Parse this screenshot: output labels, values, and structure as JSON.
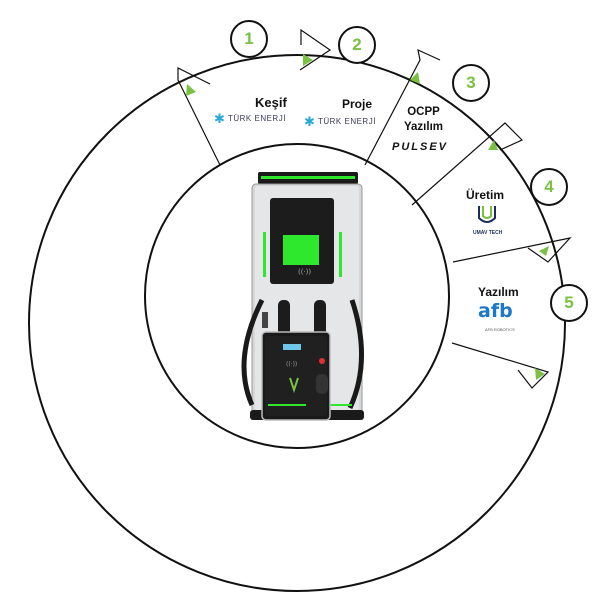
{
  "colors": {
    "accent": "#7ac143",
    "stroke": "#111111",
    "brand_blue": "#1c78c8",
    "screen": "#2ee82e"
  },
  "stages": [
    {
      "number": "1",
      "title": "Keşif",
      "logo": "TÜRK ENERJİ"
    },
    {
      "number": "2",
      "title": "Proje",
      "logo": "TÜRK ENERJİ"
    },
    {
      "number": "3",
      "title": "OCPP\nYazılım",
      "logo": "PULSEV"
    },
    {
      "number": "4",
      "title": "Üretim",
      "logo": "UMAV TECH"
    },
    {
      "number": "5",
      "title": "Yazılım",
      "logo": "afb",
      "logo_sub": "AFB ROBOTICS"
    }
  ],
  "center_image": {
    "icon": "ev-charging-station-icon"
  }
}
